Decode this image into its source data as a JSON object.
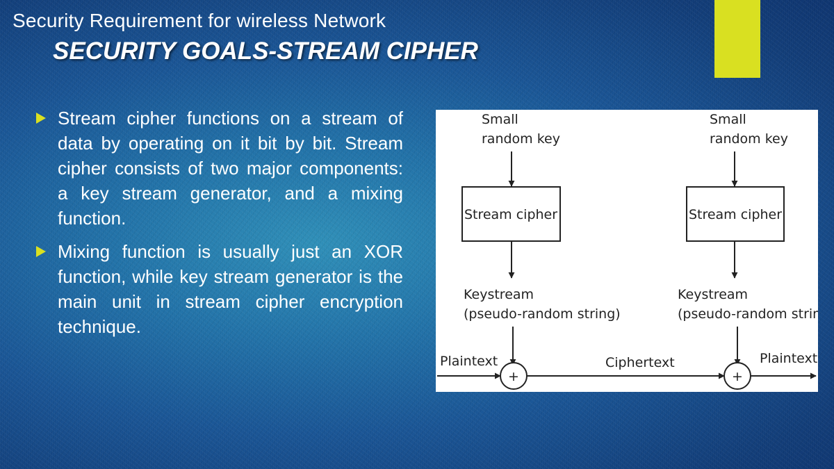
{
  "slide": {
    "subtitle": "Security Requirement for wireless Network",
    "title": "SECURITY GOALS-STREAM CIPHER",
    "accent_color": "#d9e021",
    "bullet_icon": "triangle-right-icon"
  },
  "bullets": [
    "Stream cipher functions on a stream of data by operating on it bit by bit. Stream cipher consists of two major components: a key stream generator, and a mixing function.",
    "Mixing function is usually just an XOR function, while key stream generator is the main unit in stream cipher encryption technique."
  ],
  "diagram": {
    "left_key_line1": "Small",
    "left_key_line2": "random key",
    "right_key_line1": "Small",
    "right_key_line2": "random key",
    "left_box": "Stream cipher",
    "right_box": "Stream cipher",
    "left_keystream_line1": "Keystream",
    "left_keystream_line2": "(pseudo-random string)",
    "right_keystream_line1": "Keystream",
    "right_keystream_line2": "(pseudo-random string)",
    "plaintext_in": "Plaintext",
    "ciphertext": "Ciphertext",
    "plaintext_out": "Plaintext",
    "mix_symbol": "+"
  }
}
